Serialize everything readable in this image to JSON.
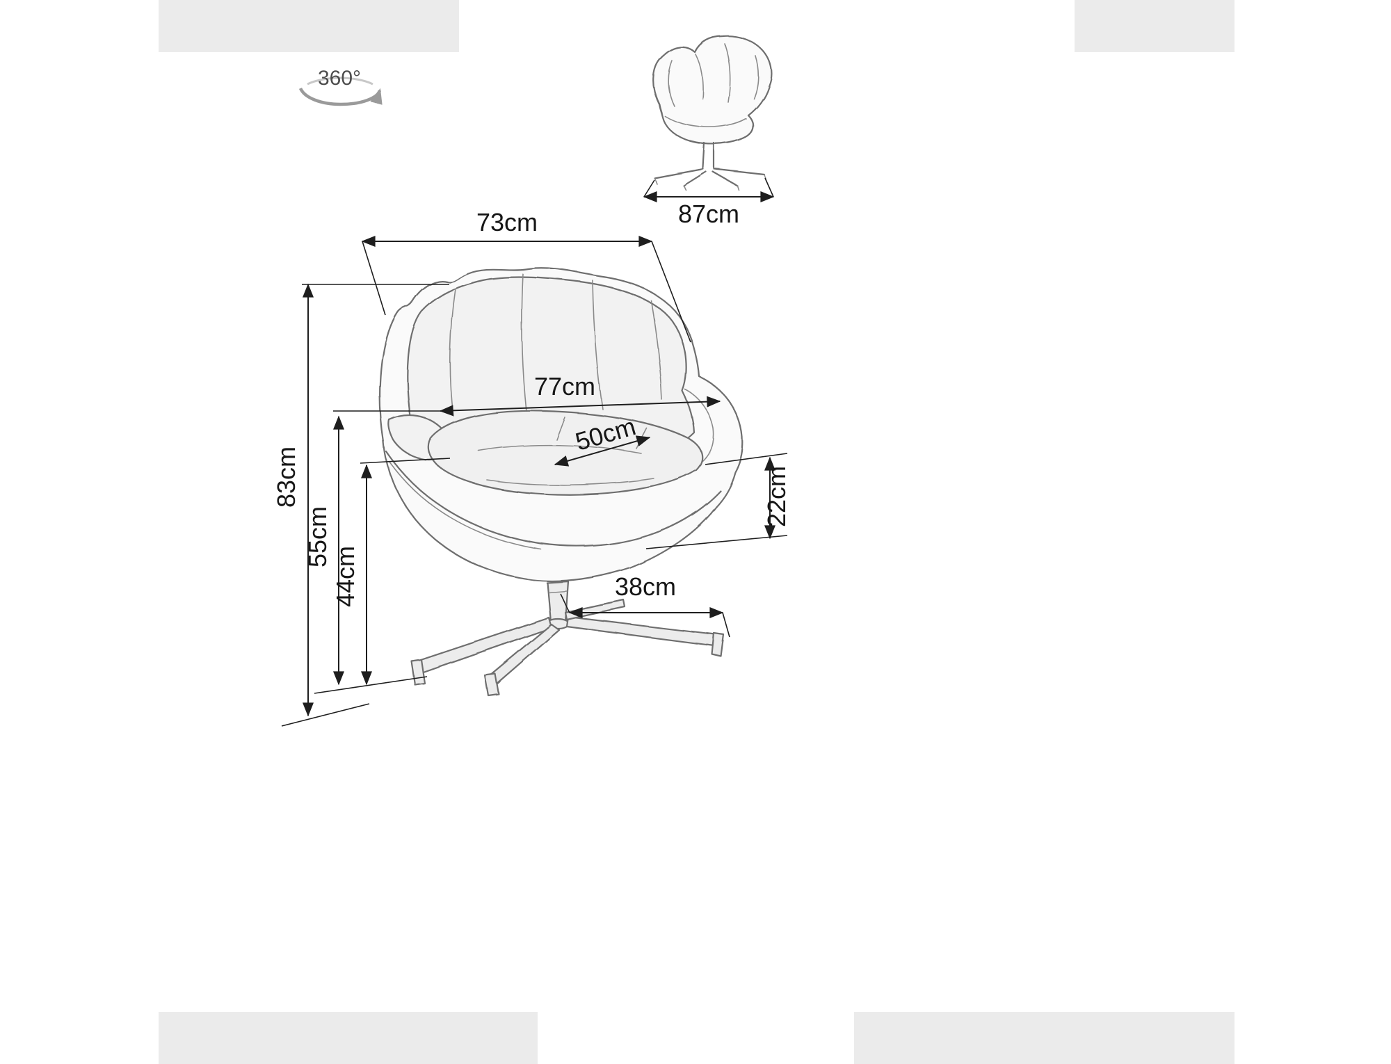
{
  "diagram": {
    "type": "furniture-dimension-drawing",
    "subject": "swivel egg lounge chair with four-star base",
    "rotation_badge": {
      "label": "360°"
    },
    "dimensions": {
      "top_width": "73cm",
      "overall_depth": "87cm",
      "overall_width": "77cm",
      "seat_depth": "50cm",
      "total_height": "83cm",
      "backrest_height": "55cm",
      "seat_height": "44cm",
      "armrest_thickness": "22cm",
      "base_leg_span": "38cm"
    }
  },
  "colors": {
    "background": "#ffffff",
    "dimension_line": "#1e1e1e",
    "sketch_line": "#6e6e6e",
    "corner_mark": "#ebebeb",
    "swirl_gray": "#9a9a9a"
  }
}
